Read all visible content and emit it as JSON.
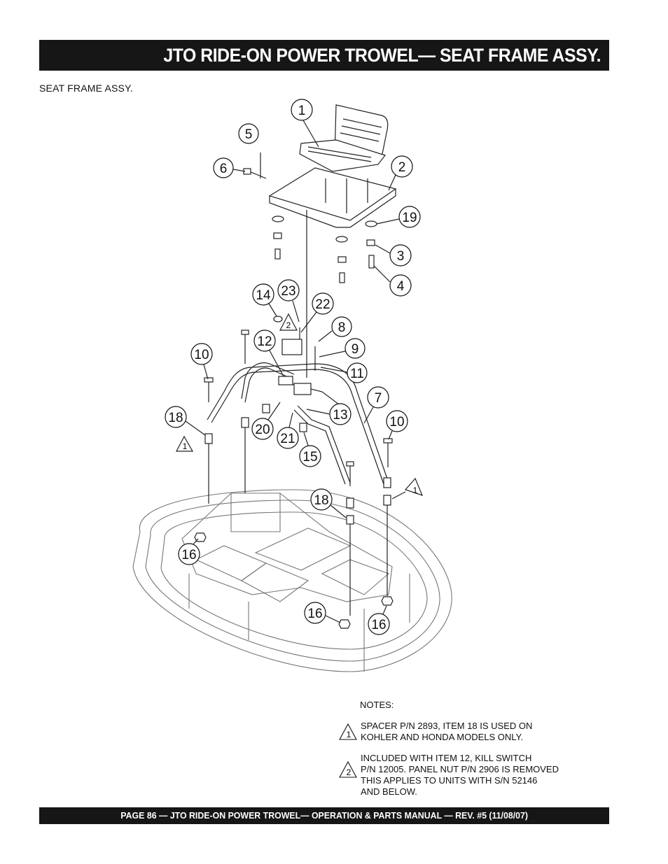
{
  "header": {
    "title": "JTO RIDE-ON POWER TROWEL— SEAT FRAME ASSY."
  },
  "section": {
    "label": "SEAT FRAME ASSY."
  },
  "diagram": {
    "callouts": [
      {
        "label": "1"
      },
      {
        "label": "5"
      },
      {
        "label": "6"
      },
      {
        "label": "2"
      },
      {
        "label": "19"
      },
      {
        "label": "3"
      },
      {
        "label": "4"
      },
      {
        "label": "14"
      },
      {
        "label": "23"
      },
      {
        "label": "22"
      },
      {
        "label": "8"
      },
      {
        "label": "12"
      },
      {
        "label": "9"
      },
      {
        "label": "10"
      },
      {
        "label": "11"
      },
      {
        "label": "7"
      },
      {
        "label": "18"
      },
      {
        "label": "13"
      },
      {
        "label": "10"
      },
      {
        "label": "20"
      },
      {
        "label": "21"
      },
      {
        "label": "15"
      },
      {
        "label": "18"
      },
      {
        "label": "16"
      },
      {
        "label": "16"
      },
      {
        "label": "16"
      }
    ],
    "note_markers": [
      {
        "label": "2"
      },
      {
        "label": "1"
      },
      {
        "label": "1"
      }
    ]
  },
  "notes": {
    "title": "NOTES:",
    "items": [
      {
        "marker": "1",
        "lines": [
          "SPACER P/N 2893, ITEM 18 IS USED ON",
          "KOHLER AND HONDA MODELS ONLY."
        ]
      },
      {
        "marker": "2",
        "lines": [
          "INCLUDED WITH ITEM 12, KILL SWITCH",
          "P/N 12005. PANEL NUT P/N 2906 IS REMOVED",
          "THIS APPLIES TO UNITS WITH S/N 52146",
          "AND BELOW."
        ]
      }
    ]
  },
  "footer": {
    "text": "PAGE 86 — JTO RIDE-ON POWER TROWEL—  OPERATION & PARTS MANUAL — REV. #5 (11/08/07)"
  }
}
